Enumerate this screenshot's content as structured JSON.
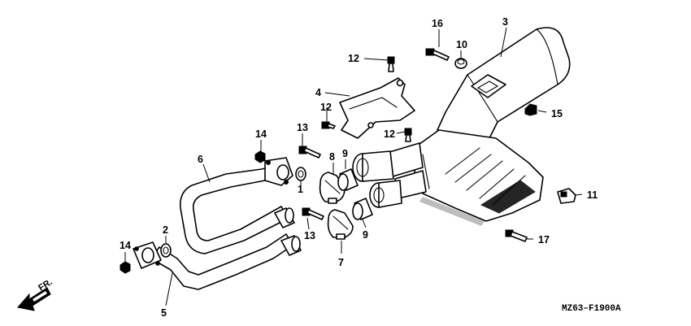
{
  "diagram_code": "MZ63–F1900A",
  "direction_label": "FR.",
  "callouts": [
    {
      "id": "c1",
      "label": "1"
    },
    {
      "id": "c2",
      "label": "2"
    },
    {
      "id": "c3",
      "label": "3"
    },
    {
      "id": "c4",
      "label": "4"
    },
    {
      "id": "c5",
      "label": "5"
    },
    {
      "id": "c6",
      "label": "6"
    },
    {
      "id": "c7",
      "label": "7"
    },
    {
      "id": "c8",
      "label": "8"
    },
    {
      "id": "c9a",
      "label": "9"
    },
    {
      "id": "c9b",
      "label": "9"
    },
    {
      "id": "c10",
      "label": "10"
    },
    {
      "id": "c11",
      "label": "11"
    },
    {
      "id": "c12a",
      "label": "12"
    },
    {
      "id": "c12b",
      "label": "12"
    },
    {
      "id": "c12c",
      "label": "12"
    },
    {
      "id": "c13a",
      "label": "13"
    },
    {
      "id": "c13b",
      "label": "13"
    },
    {
      "id": "c14a",
      "label": "14"
    },
    {
      "id": "c14b",
      "label": "14"
    },
    {
      "id": "c15",
      "label": "15"
    },
    {
      "id": "c16",
      "label": "16"
    },
    {
      "id": "c17",
      "label": "17"
    }
  ]
}
